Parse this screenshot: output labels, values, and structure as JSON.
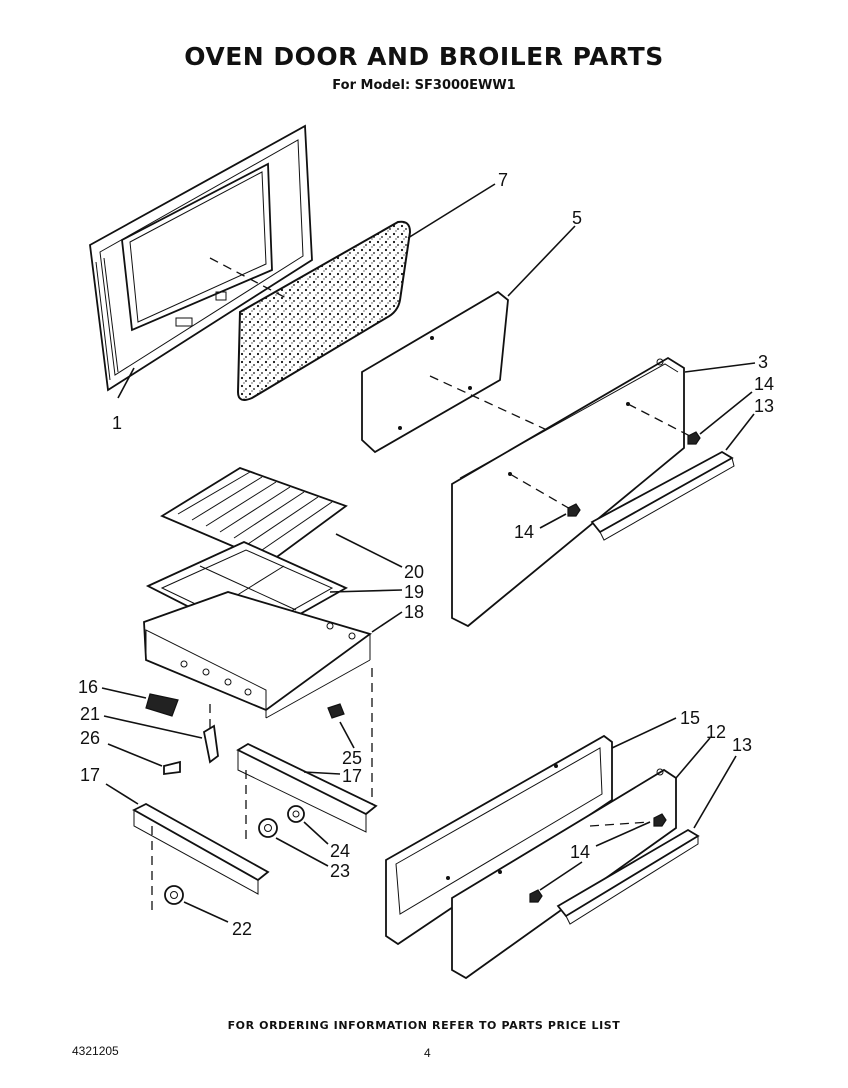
{
  "header": {
    "title": "OVEN DOOR AND BROILER PARTS",
    "subtitle": "For Model: SF3000EWW1"
  },
  "callouts": {
    "c1": "1",
    "c7": "7",
    "c5": "5",
    "c3": "3",
    "c14a": "14",
    "c13a": "13",
    "c14b": "14",
    "c20": "20",
    "c19": "19",
    "c18": "18",
    "c16": "16",
    "c21": "21",
    "c26": "26",
    "c25": "25",
    "c17a": "17",
    "c17b": "17",
    "c24": "24",
    "c23": "23",
    "c22": "22",
    "c15": "15",
    "c12": "12",
    "c13b": "13",
    "c14c": "14"
  },
  "footer": {
    "note": "FOR ORDERING INFORMATION REFER TO PARTS PRICE LIST",
    "doc_number": "4321205",
    "page_number": "4"
  }
}
